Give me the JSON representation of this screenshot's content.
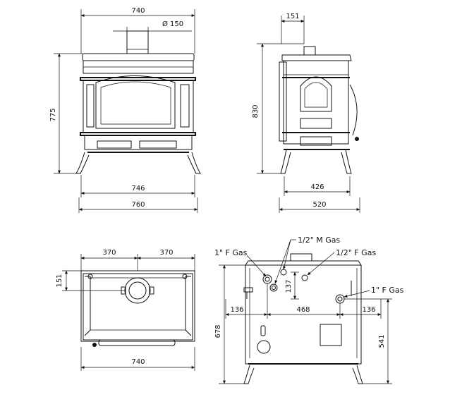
{
  "front_view": {
    "width_top": "740",
    "flue_diameter": "Ø 150",
    "height": "775",
    "width_feet": "746",
    "width_overall": "760"
  },
  "side_view": {
    "flue_offset": "151",
    "height": "830",
    "feet_depth": "426",
    "depth_overall": "520"
  },
  "top_view": {
    "half_left": "370",
    "half_right": "370",
    "flue_depth": "151",
    "width": "740"
  },
  "rear_view": {
    "callout_gas_1in_left": "1\" F Gas",
    "callout_gas_half_m": "1/2\" M Gas",
    "callout_gas_half_f": "1/2\" F Gas",
    "callout_gas_1in_right": "1\" F Gas",
    "left_offset": "136",
    "connection_spacing": "468",
    "right_offset": "136",
    "vertical_137": "137",
    "height": "678",
    "connection_height": "541"
  },
  "colors": {
    "line": "#111111",
    "background": "#ffffff"
  }
}
